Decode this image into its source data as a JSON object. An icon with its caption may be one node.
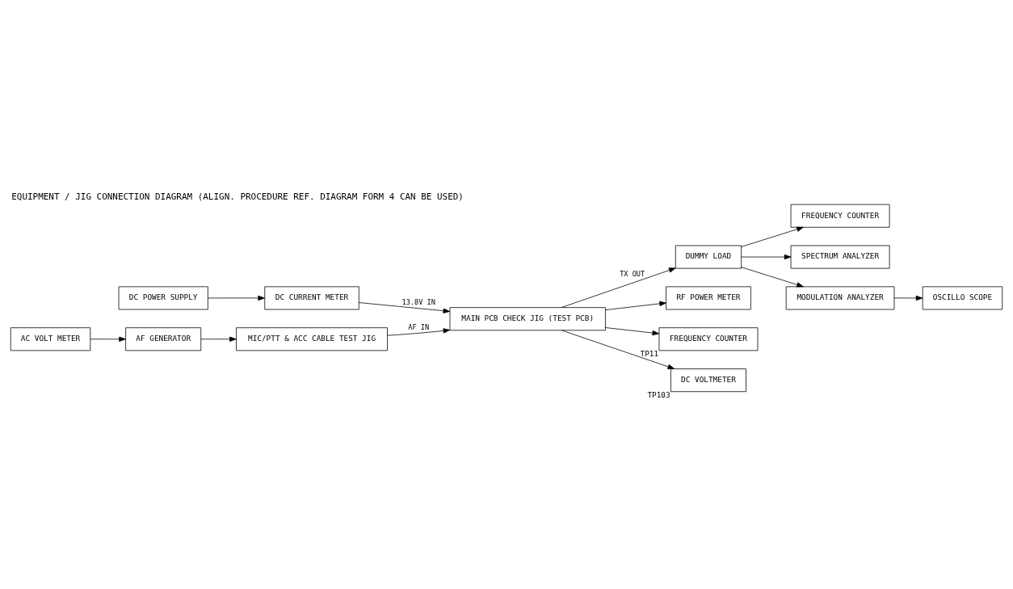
{
  "diagram": {
    "title": "EQUIPMENT / JIG CONNECTION DIAGRAM (ALIGN. PROCEDURE REF. DIAGRAM FORM 4 CAN BE USED)",
    "nodes": [
      {
        "text": [
          "MIC/PTT & ACC CABLE TEST JIG"
        ]
      },
      {
        "text": [
          "MAIN PCB CHECK JIG (TEST PCB)"
        ]
      },
      {
        "text": [
          "DUMMY LOAD"
        ]
      },
      {
        "text": [
          "FREQUENCY COUNTER"
        ]
      },
      {
        "text": [
          "AF GENERATOR"
        ]
      },
      {
        "text": [
          "DC CURRENT METER"
        ]
      },
      {
        "text": [
          "RF POWER METER"
        ]
      },
      {
        "text": [
          "SPECTRUM ANALYZER"
        ]
      },
      {
        "text": [
          "MODULATION ANALYZER"
        ]
      },
      {
        "text": [
          "AC VOLT METER"
        ]
      },
      {
        "text": [
          "DC POWER SUPPLY"
        ]
      },
      {
        "text": [
          "FREQUENCY COUNTER"
        ],
        "beside": [
          "TP11"
        ]
      },
      {
        "text": [
          "DC VOLTMETER"
        ],
        "beside": [
          "TP103"
        ]
      },
      {
        "text": [
          "OSCILLO SCOPE"
        ]
      }
    ],
    "edges": [
      {
        "from": 0,
        "to": 1,
        "arrow": "to",
        "label": "AF IN"
      },
      {
        "from": 1,
        "to": 2,
        "arrow": "to",
        "label": "TX OUT"
      },
      {
        "from": 1,
        "to": 6,
        "arrow": "to"
      },
      {
        "from": 2,
        "to": 3,
        "arrow": "to"
      },
      {
        "from": 2,
        "to": 7,
        "arrow": "to"
      },
      {
        "from": 2,
        "to": 8,
        "arrow": "to"
      },
      {
        "from": 4,
        "to": 0,
        "arrow": "to"
      },
      {
        "from": 9,
        "to": 4,
        "arrow": "to"
      },
      {
        "from": 5,
        "to": 1,
        "arrow": "to",
        "label": "13.8V IN"
      },
      {
        "from": 10,
        "to": 5,
        "arrow": "to"
      },
      {
        "from": 1,
        "to": 11,
        "arrow": "to"
      },
      {
        "from": 1,
        "to": 12,
        "arrow": "to"
      },
      {
        "from": 8,
        "to": 13,
        "arrow": "to"
      }
    ]
  }
}
